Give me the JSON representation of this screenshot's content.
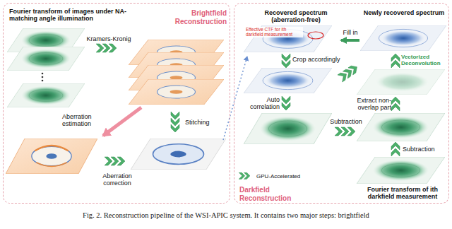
{
  "diagram": {
    "caption": "Fig. 2. Reconstruction pipeline of the WSI-APIC system. It contains two major steps: brightfield",
    "nodes": [
      {
        "text": [
          "Brightfield Reconstruction"
        ]
      },
      {
        "text": [
          "Fourier transform of images under NA-matching angle illumination"
        ],
        "in": 0
      },
      {
        "text": [
          "Darkfield Reconstruction"
        ]
      },
      {
        "text": [
          "Recovered spectrum (aberration-free)",
          "Effective CTF for ith darkfield measurement"
        ],
        "in": 2
      },
      {
        "text": [
          "Newly recovered spectrum"
        ],
        "in": 2
      },
      {
        "text": [
          "Fourier transform of ith darkfield measurement"
        ],
        "in": 2
      }
    ],
    "edges": [
      {
        "from": 4,
        "to": 3,
        "arrow": "to",
        "label": "Fill in"
      }
    ],
    "labels": [
      "Kramers-Kronig",
      "Aberration estimation",
      "Stitching",
      "Aberration correction",
      "Crop accordingly",
      "Vectorized Deconvolution",
      "Auto correlation",
      "Subtraction",
      "Extract non-overlap part",
      "Subtraction"
    ],
    "legend": [
      {
        "text": "GPU-Accelerated"
      }
    ]
  }
}
